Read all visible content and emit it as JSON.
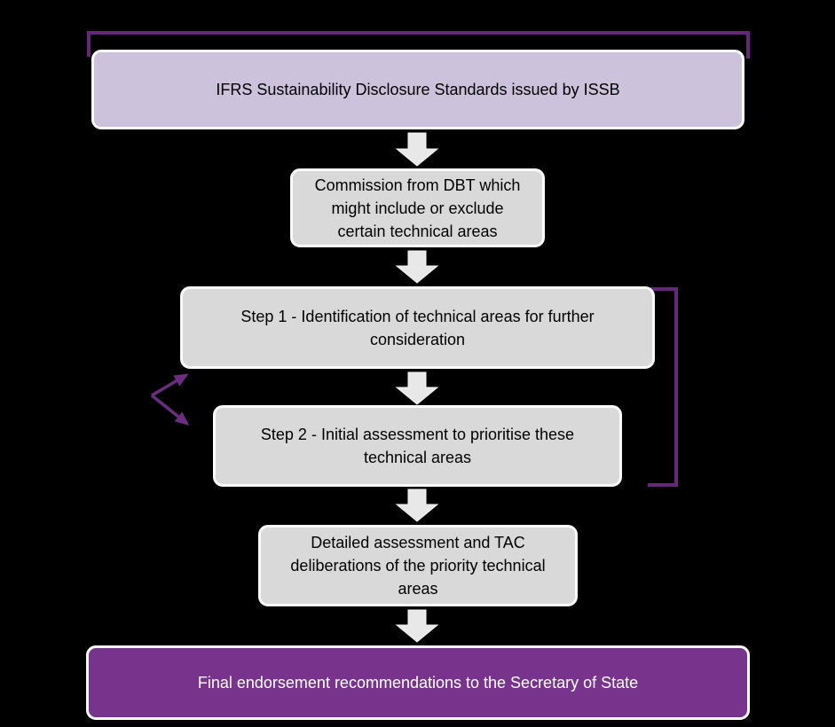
{
  "flowchart": {
    "background_color": "#000000",
    "box_border_color": "#FBFBFB",
    "connector_color": "#652878",
    "feedback_arrow_color": "#6B2D7F",
    "flow_arrow_color": "#E8E8E8",
    "boxes": [
      {
        "name": "ifrs-standards",
        "label": "IFRS Sustainability Disclosure Standards issued by ISSB",
        "fill": "#CCC2DC",
        "text_color": "#000000"
      },
      {
        "name": "commission-dbt",
        "label": "Commission from DBT which\nmight include or exclude\ncertain technical areas",
        "fill": "#D9D9D9",
        "text_color": "#000000"
      },
      {
        "name": "step-1",
        "label": "Step 1 - Identification of technical areas for further\nconsideration",
        "fill": "#D9D9D9",
        "text_color": "#000000"
      },
      {
        "name": "step-2",
        "label": "Step 2 - Initial assessment to prioritise these\ntechnical areas",
        "fill": "#D9D9D9",
        "text_color": "#000000"
      },
      {
        "name": "detailed-assessment",
        "label": "Detailed assessment and TAC\ndeliberations of the priority technical\nareas",
        "fill": "#D9D9D9",
        "text_color": "#000000"
      },
      {
        "name": "final-recommendations",
        "label": "Final endorsement recommendations to the Secretary of State",
        "fill": "#78348C",
        "text_color": "#FFFFFF"
      }
    ]
  }
}
